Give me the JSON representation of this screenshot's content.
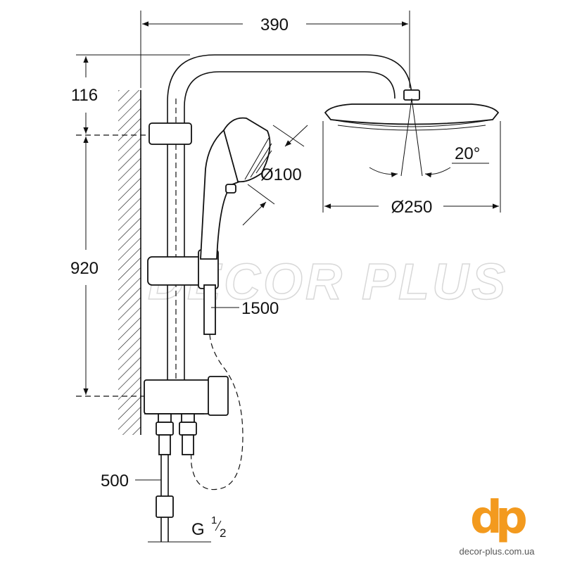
{
  "dimensions": {
    "width_total": "390",
    "arm_drop": "116",
    "rail_height": "920",
    "hand_shower_diameter": "Ø100",
    "hose_length": "1500",
    "head_diameter": "Ø250",
    "tilt_angle": "20°",
    "lower_length": "500",
    "thread_main": "G",
    "thread_num": "1",
    "thread_den": "2"
  },
  "watermark": "DECOR PLUS",
  "logo": {
    "letters_d": "d",
    "letters_p": "p",
    "site": "decor-plus.com.ua",
    "color": "#f39a1e"
  }
}
